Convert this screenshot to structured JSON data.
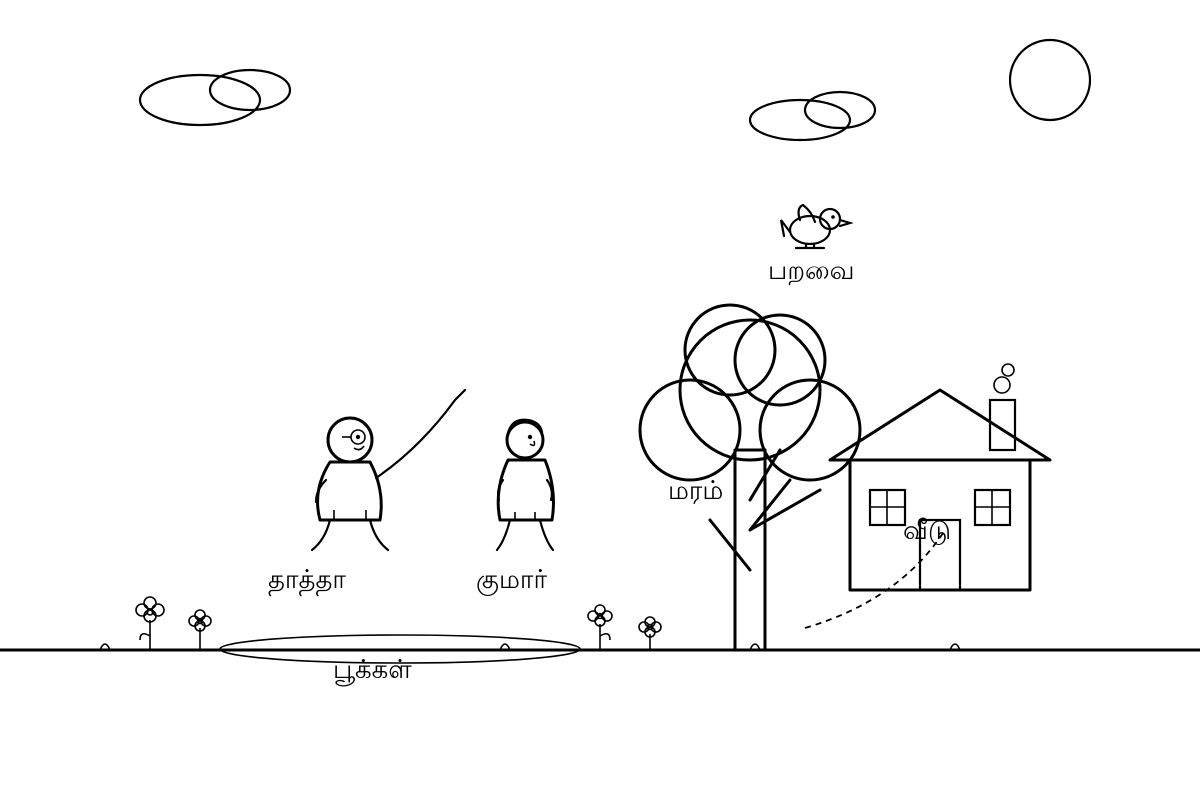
{
  "labels": {
    "grandpa": "தாத்தா",
    "kumar": "குமார்",
    "tree": "மரம்",
    "house": "வீடு",
    "bird": "பறவை",
    "flowers": "பூக்கள்"
  },
  "colors": {
    "ink": "#000000",
    "background": "#ffffff"
  }
}
